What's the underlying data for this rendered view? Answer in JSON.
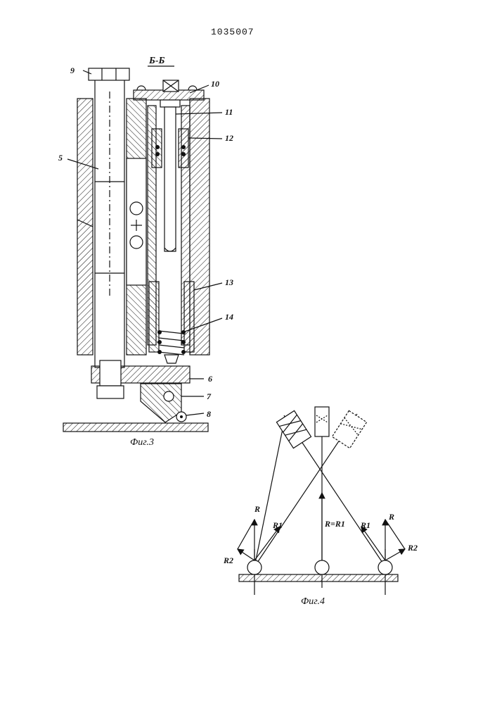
{
  "page_number": "1035007",
  "fig3": {
    "section_label": "Б-Б",
    "caption": "Фиг.3",
    "labels": {
      "l5": "5",
      "l6": "6",
      "l7": "7",
      "l8": "8",
      "l9": "9",
      "l10": "10",
      "l11": "11",
      "l12": "12",
      "l13": "13",
      "l14": "14"
    }
  },
  "fig4": {
    "caption": "Фиг.4",
    "labels": {
      "r_left": "R",
      "r1_left": "R1",
      "r2_left": "R2",
      "r_center": "R=R1",
      "r_right": "R",
      "r1_right": "R1",
      "r2_right": "R2"
    }
  }
}
